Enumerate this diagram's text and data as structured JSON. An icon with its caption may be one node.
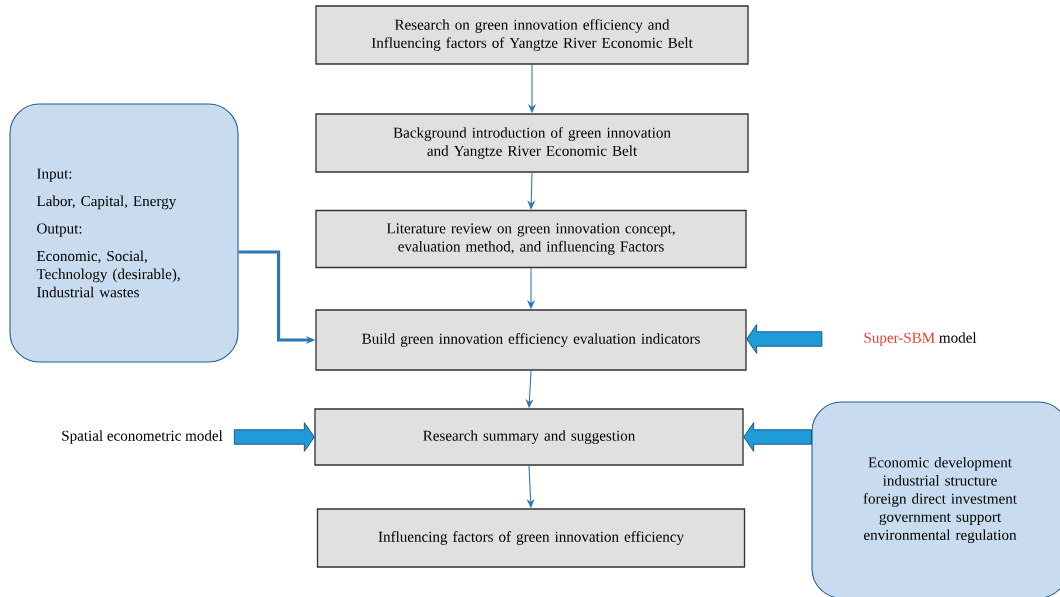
{
  "diagram": {
    "nodes": [
      {
        "text": [
          "Research on green innovation efficiency and Influencing factors of Yangtze River Economic Belt"
        ]
      },
      {
        "text": [
          "Background introduction of green innovation and Yangtze River Economic Belt"
        ]
      },
      {
        "text": [
          "Literature review on green innovation concept, evaluation method, and influencing Factors"
        ]
      },
      {
        "text": [
          "Build green innovation efficiency evaluation indicators"
        ]
      },
      {
        "text": [
          "Research summary and suggestion"
        ]
      },
      {
        "text": [
          "Influencing factors of green innovation efficiency"
        ]
      },
      {
        "text": [
          "Input:",
          "Labor, Capital, Energy",
          "Output:",
          "Economic, Social, Technology (desirable), Industrial wastes"
        ]
      },
      {
        "text": [
          "Super-SBM",
          "model"
        ]
      },
      {
        "text": [
          "Spatial econometric model"
        ]
      },
      {
        "text": [
          "Economic development",
          "industrial structure",
          "foreign direct investment",
          "government support",
          "environmental regulation"
        ]
      }
    ],
    "edges": [
      {
        "from": 0,
        "to": 1,
        "arrow": "to"
      },
      {
        "from": 1,
        "to": 2,
        "arrow": "to"
      },
      {
        "from": 2,
        "to": 3,
        "arrow": "to"
      },
      {
        "from": 3,
        "to": 4,
        "arrow": "to"
      },
      {
        "from": 4,
        "to": 5,
        "arrow": "to"
      },
      {
        "from": 6,
        "to": 3,
        "arrow": "to",
        "style": "thick"
      },
      {
        "from": 7,
        "to": 3,
        "arrow": "to",
        "style": "thick"
      },
      {
        "from": 8,
        "to": 4,
        "arrow": "to",
        "style": "thick"
      },
      {
        "from": 9,
        "to": 4,
        "arrow": "to",
        "style": "thick"
      }
    ]
  }
}
